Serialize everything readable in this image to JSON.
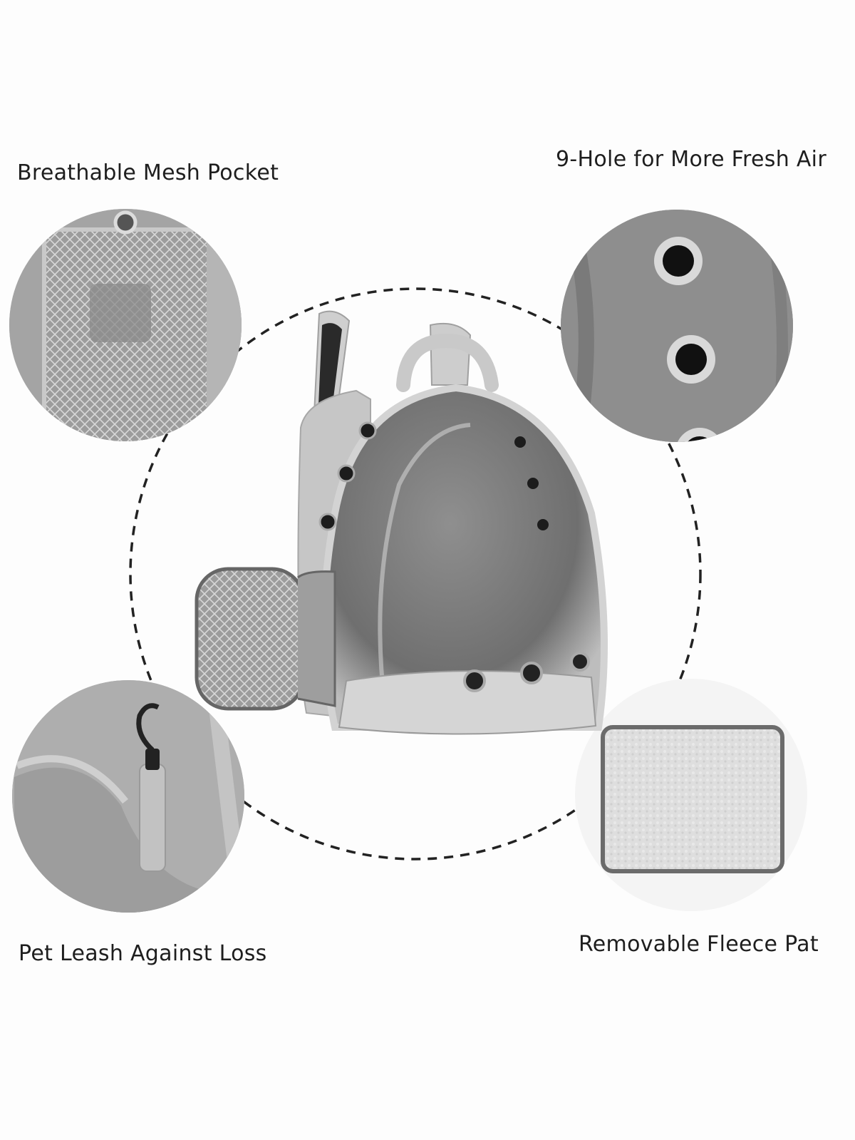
{
  "features": {
    "mesh_pocket": "Breathable Mesh Pocket",
    "air_holes": "9-Hole for More Fresh Air",
    "leash": "Pet Leash Against Loss",
    "fleece_pad": "Removable Fleece Pat"
  },
  "colors": {
    "fabric_gray": "#a9a9a9",
    "dark_gray": "#5e5e5e",
    "light_gray": "#dcdcdc",
    "background": "#fdfdfd",
    "text": "#1e1e1e"
  }
}
